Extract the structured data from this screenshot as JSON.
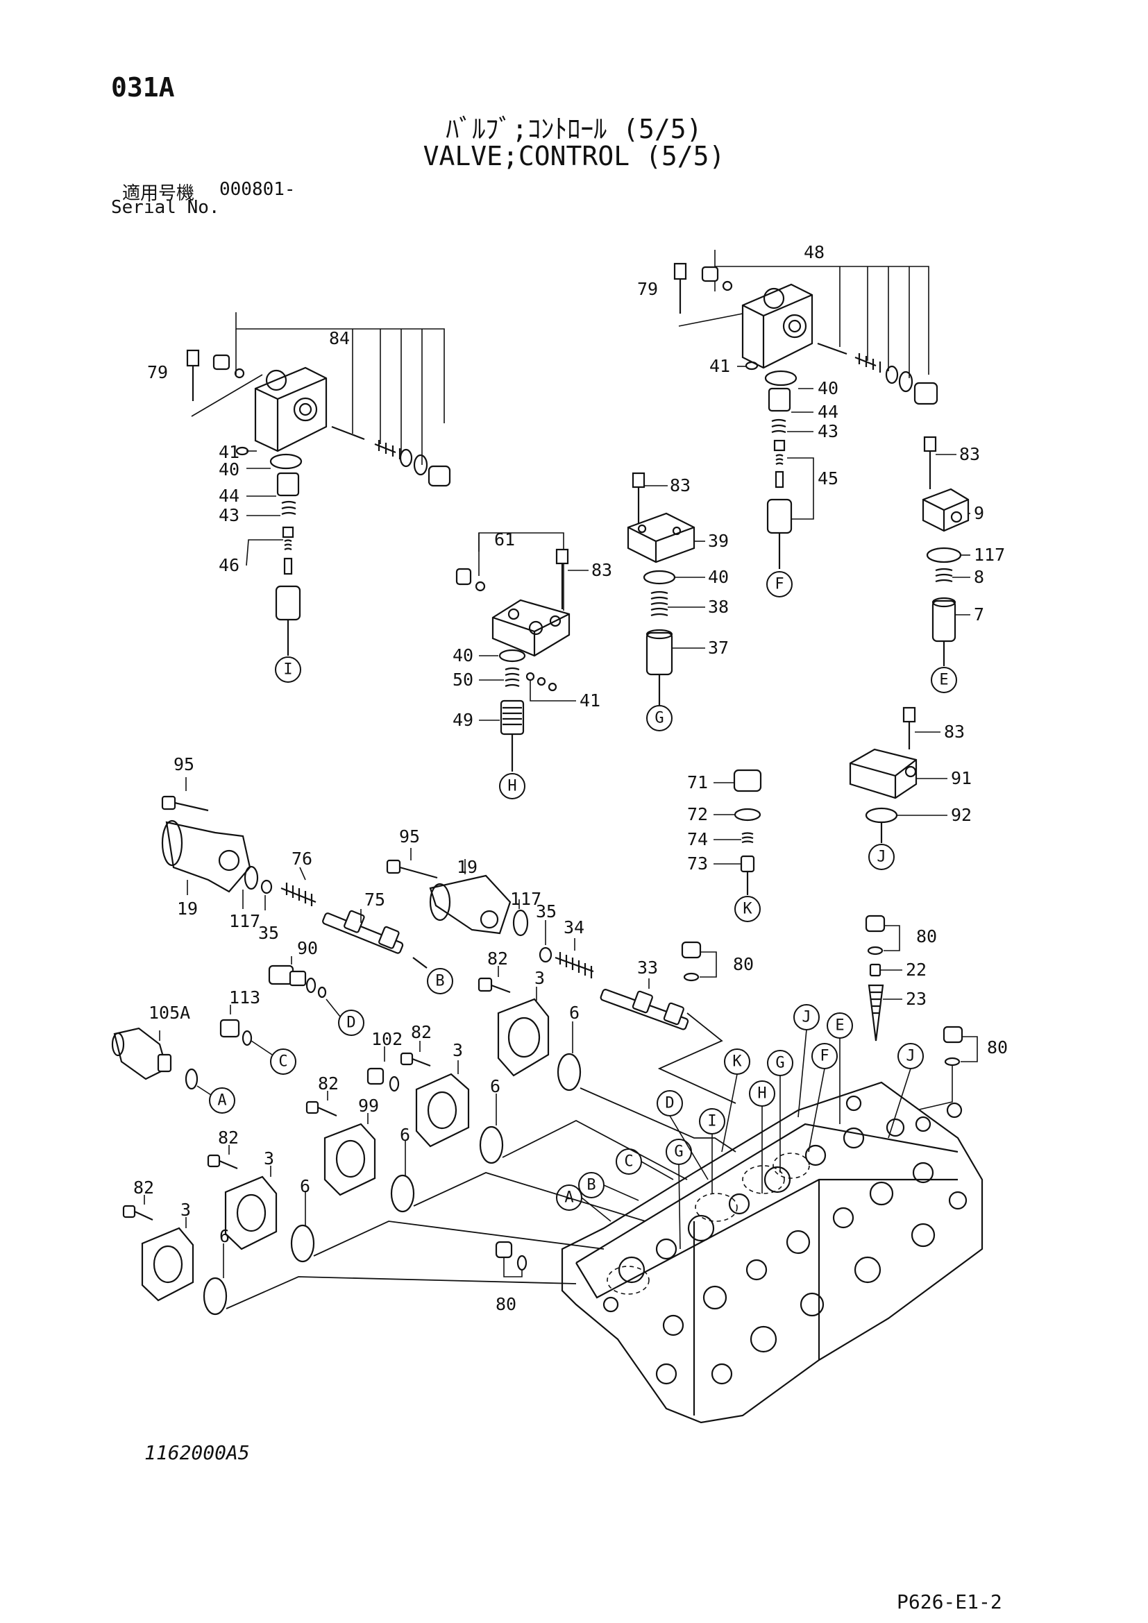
{
  "header": {
    "page_code": "031A",
    "title_jp": "ﾊﾞﾙﾌﾞ;ｺﾝﾄﾛｰﾙ (5/5)",
    "title_en": "VALVE;CONTROL (5/5)",
    "serial_label_jp": "適用号機",
    "serial_value": "000801-",
    "serial_label_en": "Serial No."
  },
  "footer": {
    "drawing_number": "1162000A5",
    "page_ref": "P626-E1-2"
  },
  "part_numbers": {
    "p84": "84",
    "p79a": "79",
    "p41a": "41",
    "p40a": "40",
    "p44a": "44",
    "p43a": "43",
    "p46": "46",
    "p48": "48",
    "p79b": "79",
    "p41b": "41",
    "p40b": "40",
    "p44b": "44",
    "p43b": "43",
    "p45": "45",
    "p61": "61",
    "p83a": "83",
    "p40c": "40",
    "p50": "50",
    "p41c": "41",
    "p49": "49",
    "p83b": "83",
    "p39": "39",
    "p40d": "40",
    "p38": "38",
    "p37": "37",
    "p83c": "83",
    "p9": "9",
    "p117a": "117",
    "p8": "8",
    "p7": "7",
    "p83d": "83",
    "p91": "91",
    "p92": "92",
    "p71": "71",
    "p72": "72",
    "p74": "74",
    "p73": "73",
    "p95a": "95",
    "p19a": "19",
    "p117b": "117",
    "p35a": "35",
    "p76": "76",
    "p75": "75",
    "p95b": "95",
    "p19b": "19",
    "p117c": "117",
    "p35b": "35",
    "p34": "34",
    "p33": "33",
    "p80a": "80",
    "p80b": "80",
    "p22": "22",
    "p23": "23",
    "p80c": "80",
    "p80d": "80",
    "p90": "90",
    "p113": "113",
    "p105a": "105A",
    "p82a": "82",
    "p3a": "3",
    "p6a": "6",
    "p102": "102",
    "p82b": "82",
    "p3b": "3",
    "p6b": "6",
    "p82c": "82",
    "p99": "99",
    "p6c": "6",
    "p82d": "82",
    "p3c": "3",
    "p6d": "6",
    "p82e": "82",
    "p3d": "3",
    "p6e": "6"
  },
  "reference_letters": {
    "I": "I",
    "H": "H",
    "G": "G",
    "F": "F",
    "E": "E",
    "J": "J",
    "K": "K",
    "A": "A",
    "B": "B",
    "C": "C",
    "D": "D"
  }
}
